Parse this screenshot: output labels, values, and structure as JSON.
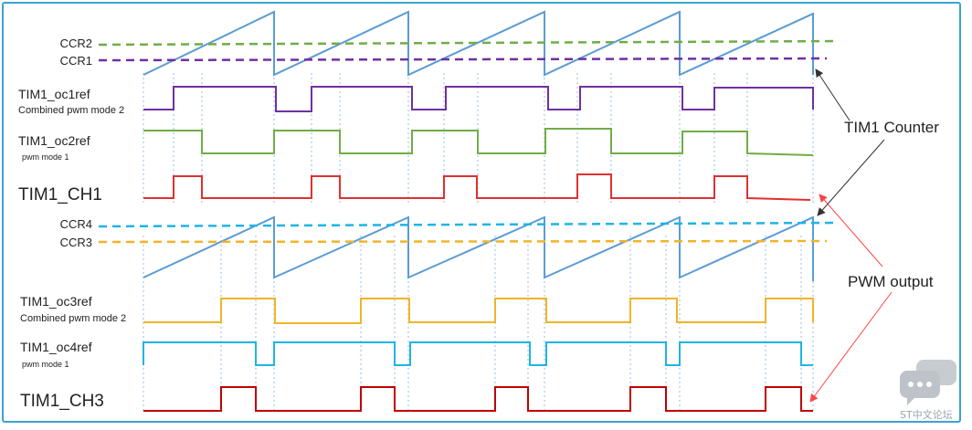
{
  "labels": {
    "ccr2": "CCR2",
    "ccr1": "CCR1",
    "oc1ref": "TIM1_oc1ref",
    "oc1ref_mode": "Combined pwm mode 2",
    "oc2ref": "TIM1_oc2ref",
    "oc2ref_mode": "pwm mode 1",
    "ch1": "TIM1_CH1",
    "ccr4": "CCR4",
    "ccr3": "CCR3",
    "oc3ref": "TIM1_oc3ref",
    "oc3ref_mode": "Combined pwm mode 2",
    "oc4ref": "TIM1_oc4ref",
    "oc4ref_mode": "pwm mode 1",
    "ch3": "TIM1_CH3"
  },
  "annotations": {
    "counter": "TIM1 Counter",
    "pwm_output": "PWM output"
  },
  "watermark": {
    "text": "ST中文论坛",
    "icon": "chat-bubble-icon"
  },
  "colors": {
    "counter": "#5b9bd5",
    "ccr2": "#70ad47",
    "ccr1": "#7030a0",
    "oc1ref": "#7030a0",
    "oc2ref": "#70ad47",
    "ch1": "#e03030",
    "ccr4": "#1fb4e6",
    "ccr3": "#f0b429",
    "oc3ref": "#f0b429",
    "oc4ref": "#1fb4e6",
    "ch3": "#c00000",
    "border": "#3aa3cf",
    "arrow_dark": "#333333",
    "arrow_red": "#ff6666"
  }
}
